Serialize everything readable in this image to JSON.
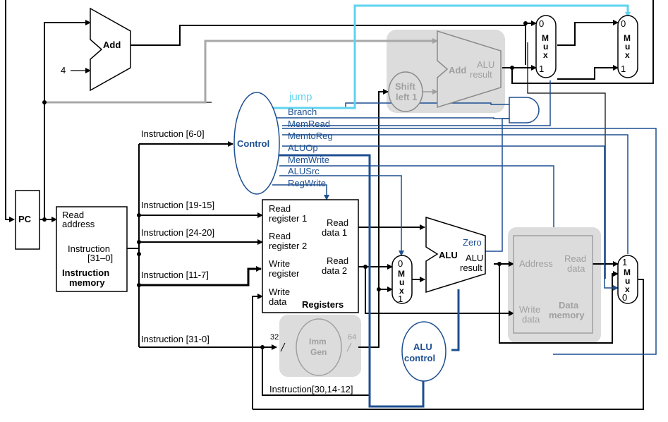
{
  "labels": {
    "add_top": "Add",
    "const_four": "4",
    "pc": "PC",
    "im_read": "Read",
    "im_address": "address",
    "im_instruction": "Instruction",
    "im_bits": "[31–0]",
    "im_title1": "Instruction",
    "im_title2": "memory",
    "control": "Control",
    "jump": "jump",
    "ctl_branch": "Branch",
    "ctl_memread": "MemRead",
    "ctl_memtoreg": "MemtoReg",
    "ctl_aluop": "ALUOp",
    "ctl_memwrite": "MemWrite",
    "ctl_alusrc": "ALUSrc",
    "ctl_regwrite": "RegWrite",
    "instr_6_0": "Instruction [6-0]",
    "instr_19_15": "Instruction [19-15]",
    "instr_24_20": "Instruction [24-20]",
    "instr_11_7": "Instruction [11-7]",
    "instr_31_0": "Instruction [31-0]",
    "instr_30_14_12": "Instruction[30,14-12]",
    "rf_read": "Read",
    "rf_register1": "register 1",
    "rf_register2": "register 2",
    "rf_write": "Write",
    "rf_register": "register",
    "rf_data": "data",
    "rf_data1": "data 1",
    "rf_data2": "data 2",
    "rf_title": "Registers",
    "imm_imm": "Imm",
    "imm_gen": "Gen",
    "imm_32": "32",
    "imm_64": "64",
    "shift_shift": "Shift",
    "shift_left1": "left 1",
    "add_alu_add": "Add",
    "add_alu_alu": "ALU",
    "add_alu_result": "result",
    "alu_alu": "ALU",
    "alu_zero": "Zero",
    "alu_result_alu": "ALU",
    "alu_result": "result",
    "alu_control1": "ALU",
    "alu_control2": "control",
    "dm_address": "Address",
    "dm_read": "Read",
    "dm_data": "data",
    "dm_write": "Write",
    "dm_title1": "Data",
    "dm_title2": "memory",
    "mux_m": "M",
    "mux_u": "u",
    "mux_x": "x",
    "mux_zero": "0",
    "mux_one": "1"
  },
  "colors": {
    "datapath": "#000000",
    "control": "#1d4f91",
    "inactive": "#a0a0a0",
    "jump": "#5fd3f0",
    "shade": "#dcdcdc"
  }
}
